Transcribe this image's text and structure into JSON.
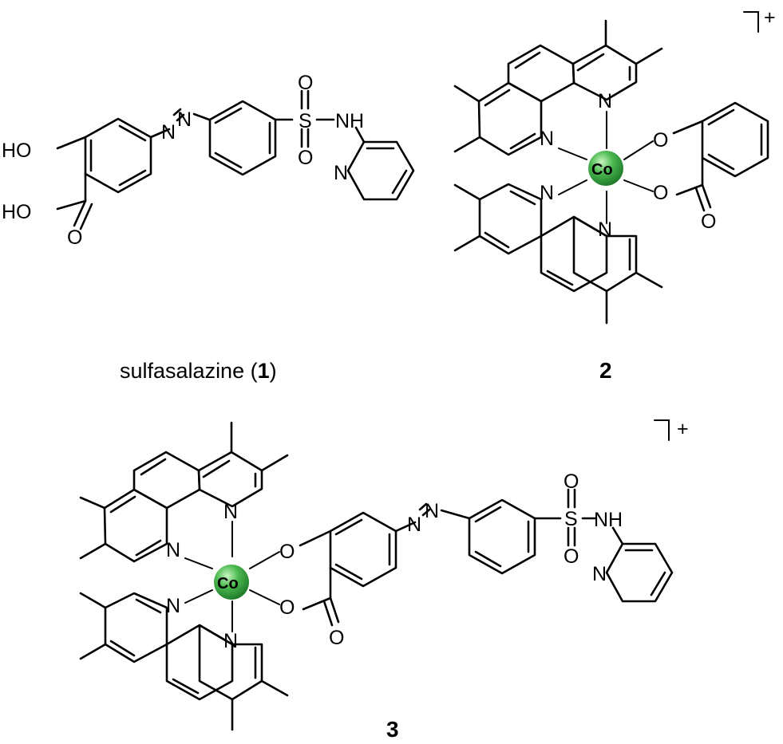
{
  "compound1": {
    "caption_name": "sulfasalazine (",
    "caption_num": "1",
    "caption_close": ")",
    "atoms": {
      "ho": "HO",
      "hooc": "HO",
      "o_carbonyl": "O",
      "n_azo1": "N",
      "n_azo2": "N",
      "s": "S",
      "o_top": "O",
      "o_bottom": "O",
      "nh": "NH",
      "n_py": "N"
    }
  },
  "compound2": {
    "label": "2",
    "charge": "+",
    "metal": "Co",
    "atoms": {
      "n1": "N",
      "n2": "N",
      "n3": "N",
      "n4": "N",
      "o1": "O",
      "o2": "O",
      "o3": "O"
    }
  },
  "compound3": {
    "label": "3",
    "charge": "+",
    "metal": "Co",
    "atoms": {
      "n1": "N",
      "n2": "N",
      "n3": "N",
      "n4": "N",
      "o1": "O",
      "o2": "O",
      "o3": "O",
      "n_azo1": "N",
      "n_azo2": "N",
      "s": "S",
      "o_top": "O",
      "o_bottom": "O",
      "nh": "NH",
      "n_py": "N"
    }
  },
  "colors": {
    "cobalt": "#2e9b3a",
    "cobalt_highlight": "#b8f0b0",
    "ink": "#000000"
  }
}
